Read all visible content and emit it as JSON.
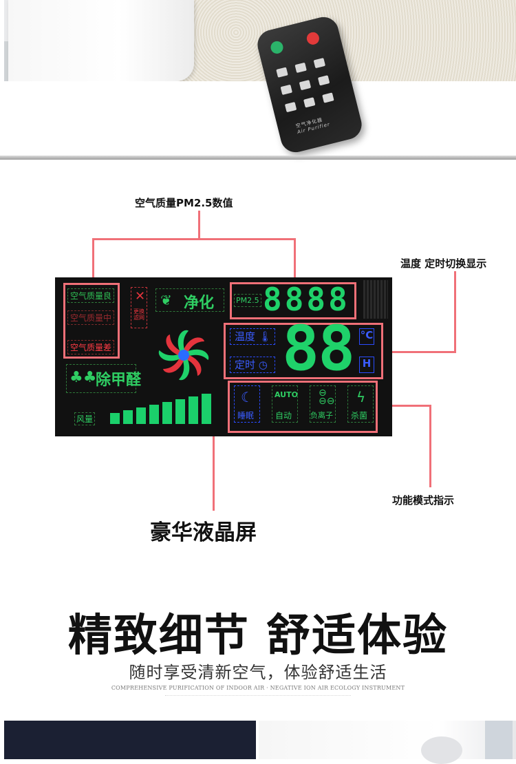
{
  "remote": {
    "label_cn": "空气净化器",
    "label_en": "Air Purifier"
  },
  "annotations": {
    "pm25": "空气质量PM2.5数值",
    "temp_timer": "温度 定时切换显示",
    "modes": "功能模式指示",
    "lcd": "豪华液晶屏"
  },
  "lcd": {
    "quality_good": "空气质量良",
    "quality_medium": "空气质量中",
    "quality_bad": "空气质量差",
    "change_filter": "更换滤网",
    "purify": "净化",
    "pm_label": "PM2.5",
    "pm_digits": "8888",
    "temperature": "温度",
    "timer": "定时",
    "temp_digits": "88",
    "celsius": "C",
    "hour": "H",
    "formaldehyde": "除甲醛",
    "fan_speed": "风量",
    "fan_levels": 8,
    "modes": {
      "sleep": "睡眠",
      "auto_en": "AUTO",
      "auto": "自动",
      "anion": "负离子",
      "sterilize": "杀菌"
    }
  },
  "heading": {
    "title": "精致细节 舒适体验",
    "subtitle": "随时享受清新空气，体验舒适生活",
    "tagline": "COMPREHENSIVE PURIFICATION OF INDOOR AIR · NEGATIVE ION AIR ECOLOGY INSTRUMENT"
  },
  "colors": {
    "callout": "#f07078",
    "lcd_green": "#1fd26a",
    "lcd_red": "#e4343d",
    "lcd_blue": "#2a4cff",
    "lcd_bg": "#111111"
  }
}
